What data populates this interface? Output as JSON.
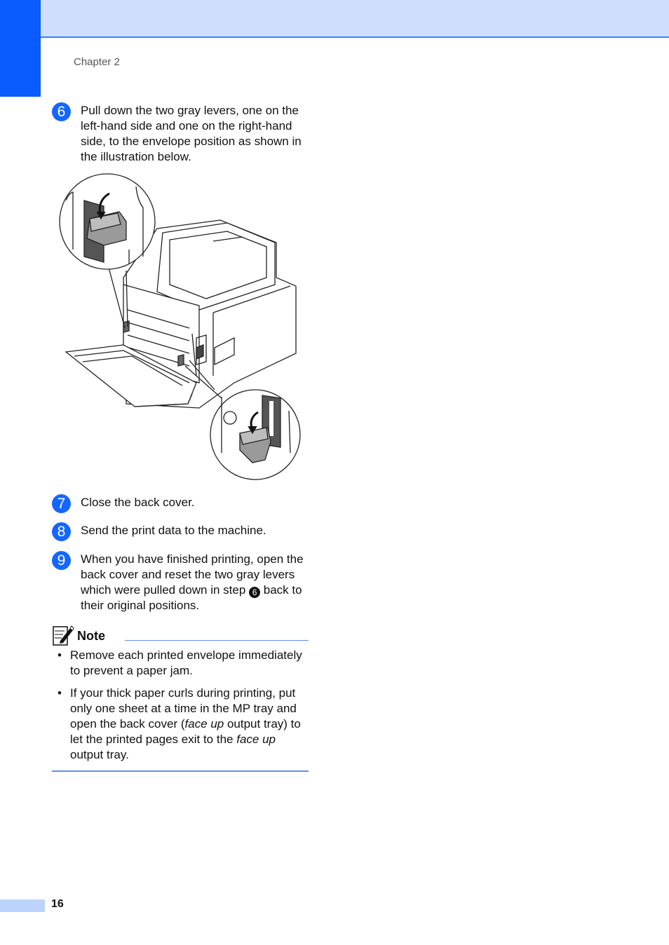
{
  "header": {
    "chapter": "Chapter 2"
  },
  "steps": {
    "s6": {
      "num": "6",
      "text": "Pull down the two gray levers, one on the left-hand side and one on the right-hand side, to the envelope position as shown in the illustration below."
    },
    "s7": {
      "num": "7",
      "text": "Close the back cover."
    },
    "s8": {
      "num": "8",
      "text": "Send the print data to the machine."
    },
    "s9": {
      "num": "9",
      "text_a": "When you have finished printing, open the back cover and reset the two gray levers which were pulled down in step ",
      "ref": "6",
      "text_b": " back to their original positions."
    }
  },
  "note": {
    "title": "Note",
    "bullet": "•",
    "item1": "Remove each printed envelope immediately to prevent a paper jam.",
    "item2": {
      "a": "If your thick paper curls during printing, put only one sheet at a time in the MP tray and open the back cover (",
      "b": "face up",
      "c": " output tray) to let the printed pages exit to the ",
      "d": "face up",
      "e": " output tray."
    }
  },
  "footer": {
    "page_number": "16"
  },
  "colors": {
    "accent_blue": "#0b5cff",
    "header_band": "#cfdefb",
    "rule_blue": "#5b8ff0"
  }
}
